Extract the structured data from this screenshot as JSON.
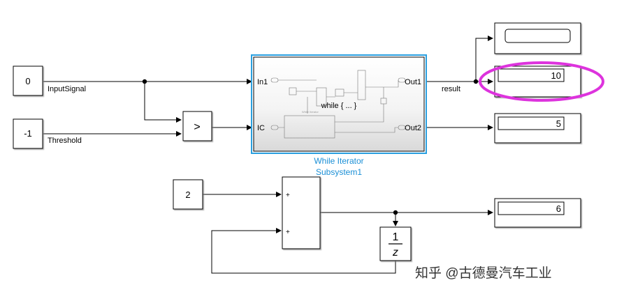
{
  "constants": {
    "input_value": "0",
    "threshold_value": "-1",
    "const2_value": "2"
  },
  "signals": {
    "input_signal": "InputSignal",
    "threshold": "Threshold",
    "result": "result"
  },
  "relational": {
    "operator": ">"
  },
  "subsystem": {
    "inner_text": "while { ... }",
    "port_in1": "In1",
    "port_ic": "IC",
    "port_out1": "Out1",
    "port_out2": "Out2",
    "name_line1": "While Iterator",
    "name_line2": "Subsystem1"
  },
  "sum": {
    "plus1": "+",
    "plus2": "+"
  },
  "delay": {
    "numerator": "1",
    "denominator": "z"
  },
  "displays": {
    "display1": "",
    "display2": "10",
    "display3": "5",
    "display4": "6"
  },
  "watermark": "知乎 @古德曼汽车工业",
  "colors": {
    "highlight": "#dd33dd",
    "subsystem_border": "#2aa0e0",
    "subsystem_label": "#1a8fd6"
  }
}
